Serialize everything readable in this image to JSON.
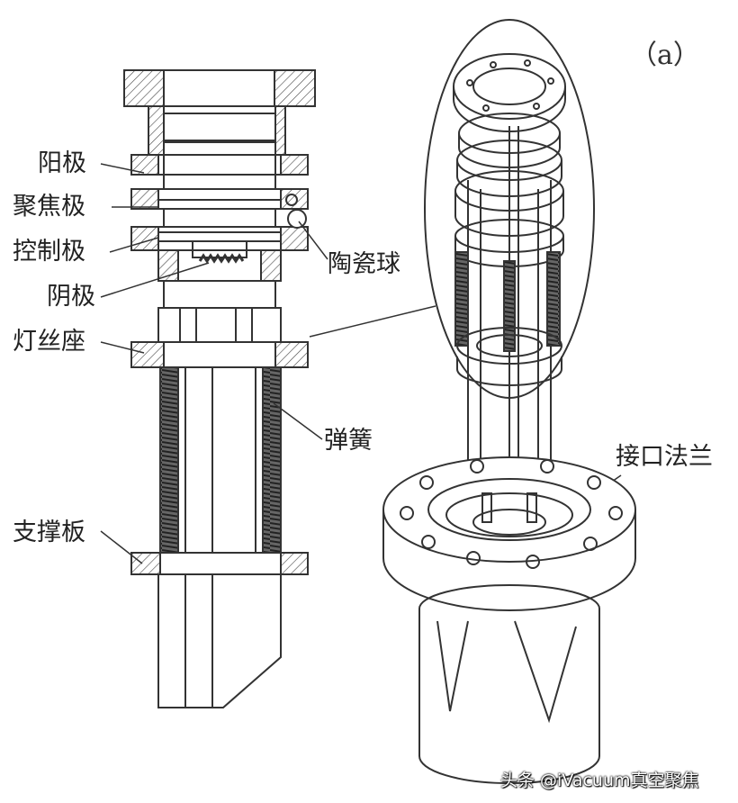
{
  "figure": {
    "panel_label": "（a）",
    "labels": {
      "anode": "阳极",
      "focus": "聚焦极",
      "control": "控制极",
      "cathode": "阴极",
      "filament_seat": "灯丝座",
      "ceramic_ball": "陶瓷球",
      "spring": "弹簧",
      "support_plate": "支撑板",
      "flange": "接口法兰"
    },
    "watermark": "头条 @iVacuum真空聚焦"
  }
}
